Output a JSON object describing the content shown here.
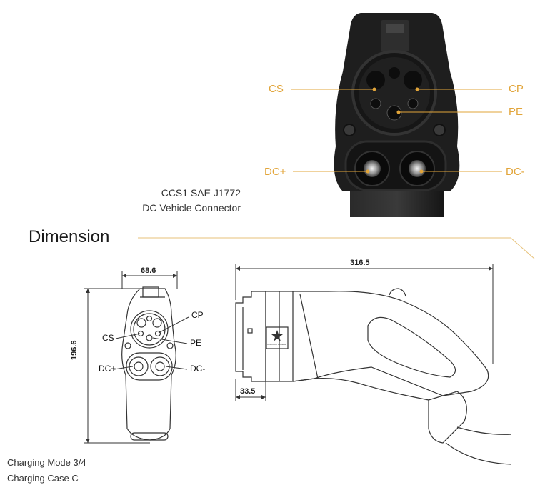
{
  "hero": {
    "labels": {
      "cs": "CS",
      "cp": "CP",
      "pe": "PE",
      "dc_plus": "DC+",
      "dc_minus": "DC-"
    },
    "caption_line1": "CCS1 SAE J1772",
    "caption_line2": "DC Vehicle Connector"
  },
  "section": {
    "title": "Dimension"
  },
  "front_view": {
    "width": "68.6",
    "height": "196.6",
    "labels": {
      "cp": "CP",
      "cs": "CS",
      "pe": "PE",
      "dc_plus": "DC+",
      "dc_minus": "DC-"
    }
  },
  "side_view": {
    "length": "316.5",
    "nose": "33.5",
    "logo_text": "CONTACT POWER"
  },
  "footer": {
    "line1": "Charging Mode 3/4",
    "line2": "Charging Case C"
  },
  "colors": {
    "accent": "#e2a53a",
    "body": "#1c1c1c",
    "line": "#444444"
  }
}
